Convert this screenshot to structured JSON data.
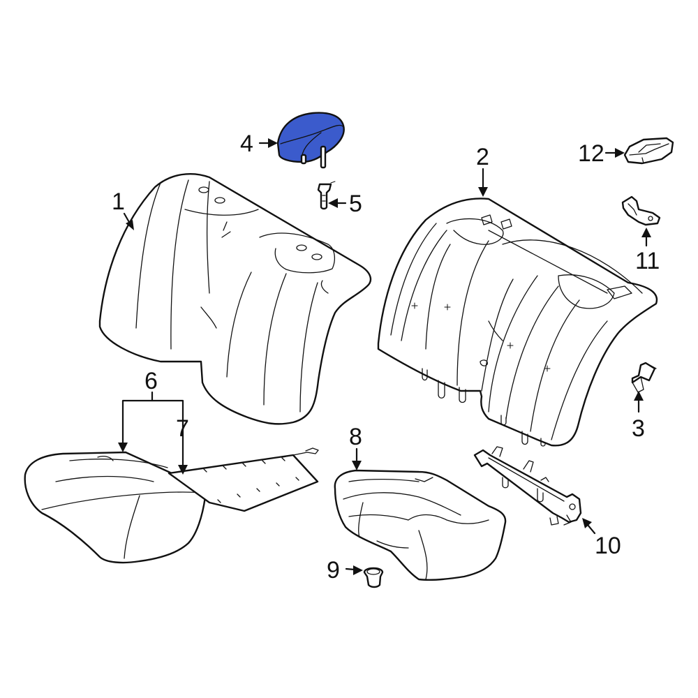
{
  "callouts": {
    "c1": "1",
    "c2": "2",
    "c3": "3",
    "c4": "4",
    "c5": "5",
    "c6": "6",
    "c7": "7",
    "c8": "8",
    "c9": "9",
    "c10": "10",
    "c11": "11",
    "c12": "12"
  },
  "colors": {
    "highlight": "#3b5bcc",
    "line": "#111111",
    "background": "#ffffff"
  }
}
